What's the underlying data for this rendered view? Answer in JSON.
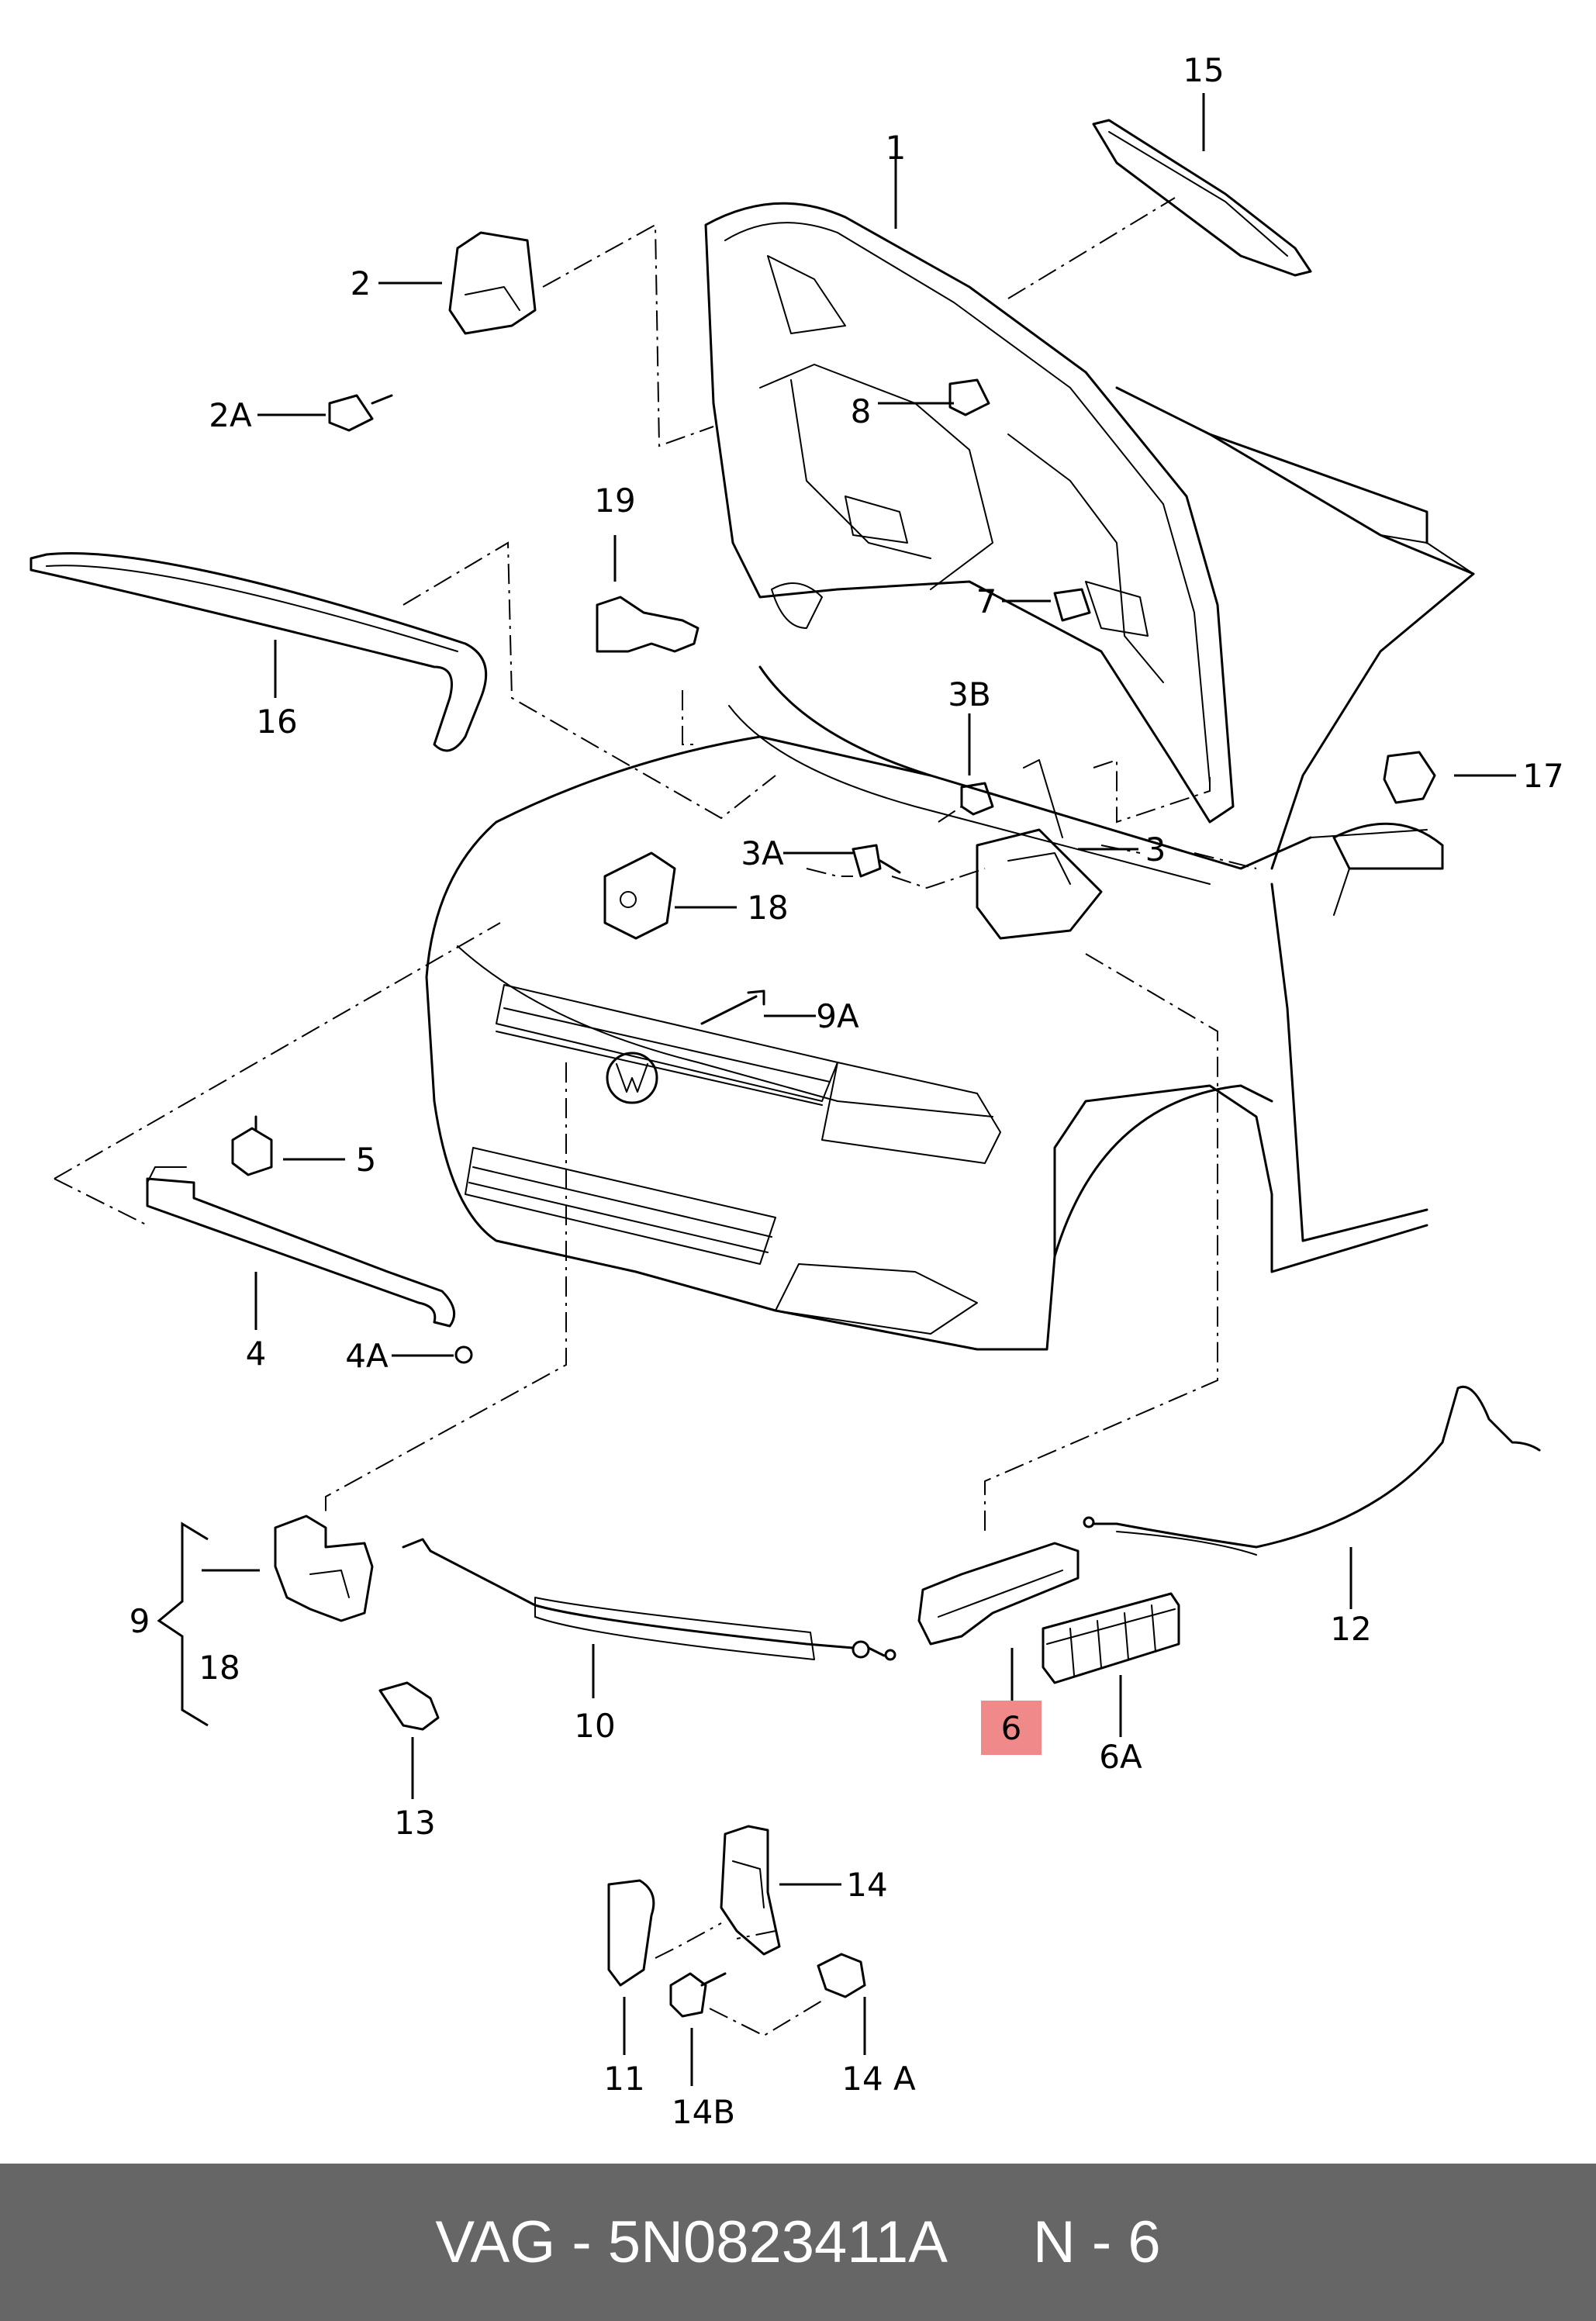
{
  "labels": {
    "p1": "1",
    "p2": "2",
    "p2a": "2A",
    "p3": "3",
    "p3a": "3A",
    "p3b": "3B",
    "p4": "4",
    "p4a": "4A",
    "p5": "5",
    "p6": "6",
    "p6a": "6A",
    "p7": "7",
    "p8": "8",
    "p9": "9",
    "p9a": "9A",
    "p10": "10",
    "p11": "11",
    "p12": "12",
    "p13": "13",
    "p14": "14",
    "p14a": "14 A",
    "p14b": "14B",
    "p15": "15",
    "p16": "16",
    "p17": "17",
    "p18a": "18",
    "p18b": "18",
    "p19": "19"
  },
  "highlight": {
    "label": "p6",
    "color": "#f08a8a"
  },
  "footer": {
    "part_ref": "VAG - 5N0823411A",
    "page": "N - 6"
  }
}
